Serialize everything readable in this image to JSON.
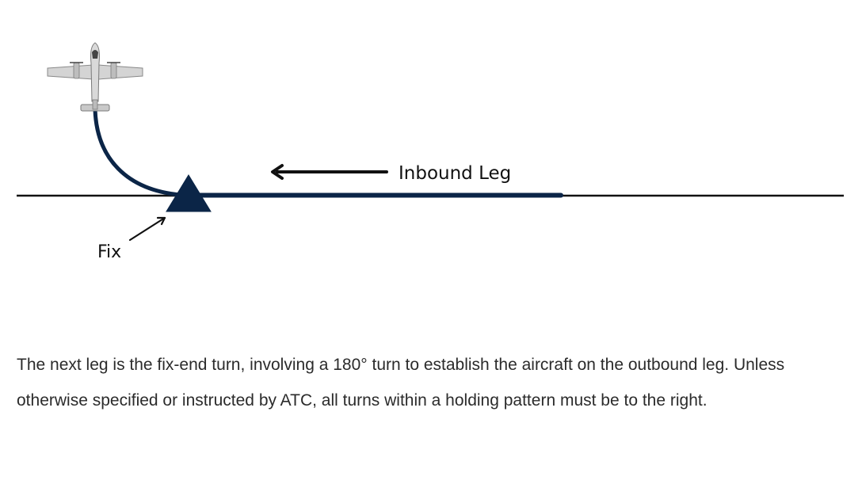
{
  "diagram": {
    "leg_label": "Inbound Leg",
    "fix_label": "Fix",
    "colors": {
      "flight_path": "#0b2547",
      "fix_marker": "#0b2547",
      "reference_line": "#111111",
      "arrow": "#111111",
      "aircraft_body": "#cfcfcf"
    },
    "icons": {
      "aircraft": "airplane-top-view-icon",
      "fix": "triangle-fix-icon",
      "direction": "arrow-left-icon"
    }
  },
  "caption": {
    "text": "The next leg is the fix-end turn, involving a 180° turn to establish the aircraft on the outbound leg. Unless otherwise specified or instructed by ATC, all turns within a holding pattern must be to the right."
  }
}
